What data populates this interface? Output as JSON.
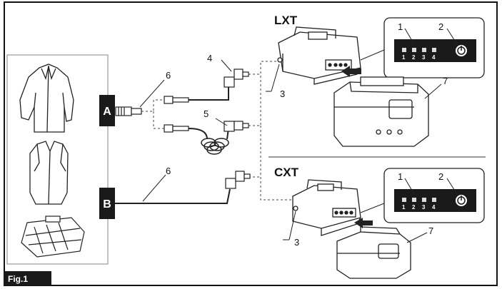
{
  "figure": {
    "caption": "Fig.1",
    "sections": {
      "lxt": "LXT",
      "cxt": "CXT"
    },
    "connections": {
      "a": "A",
      "b": "B"
    },
    "callouts": {
      "n1_top": "1",
      "n2_top": "2",
      "n3_top": "3",
      "n4": "4",
      "n5": "5",
      "n6_top": "6",
      "n7_top": "7",
      "n1_bottom": "1",
      "n2_bottom": "2",
      "n3_bottom": "3",
      "n6_bottom": "6",
      "n7_bottom": "7"
    },
    "led_labels": [
      "1",
      "2",
      "3",
      "4"
    ],
    "icons": [
      "jacket-icon",
      "vest-icon",
      "blanket-icon",
      "power-button-icon",
      "battery-icon",
      "adapter-icon",
      "cable-plug-icon"
    ]
  }
}
